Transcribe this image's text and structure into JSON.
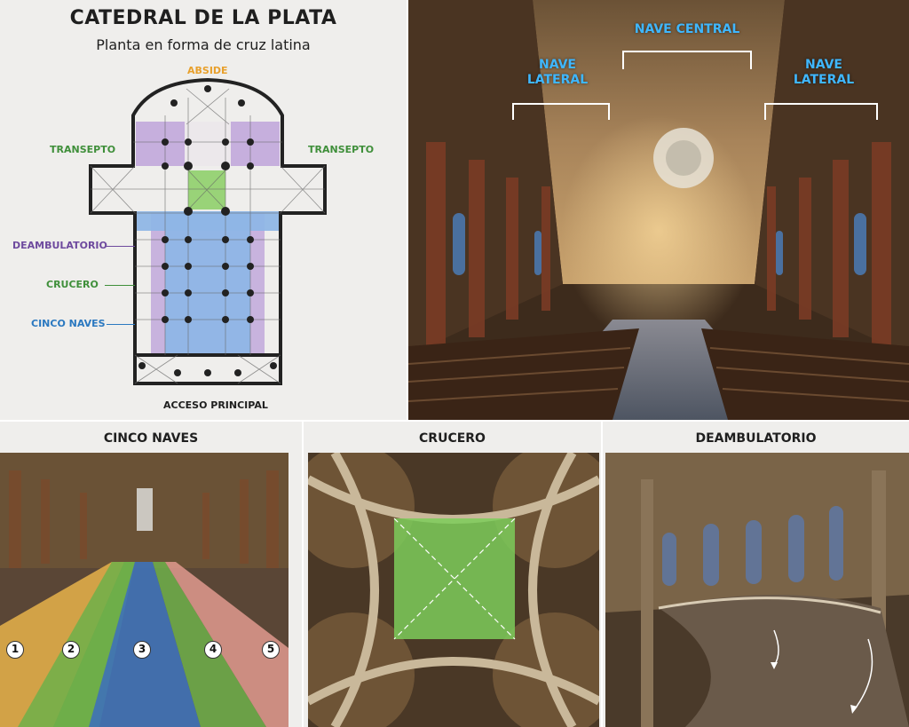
{
  "plan": {
    "title": "CATEDRAL DE LA PLATA",
    "subtitle": "Planta en forma de cruz latina",
    "labels": {
      "apse": "ABSIDE",
      "transept_left": "TRANSEPTO",
      "transept_right": "TRANSEPTO",
      "ambulatory": "DEAMBULATORIO",
      "crossing": "CRUCERO",
      "five_naves": "CINCO NAVES",
      "main_access": "ACCESO PRINCIPAL"
    },
    "colors": {
      "apse": "#e8a02c",
      "transept": "#3f8f3a",
      "ambulatory": "#6e4a9e",
      "crossing": "#3f8f3a",
      "five_naves": "#2a78c0",
      "ambulatory_fill": "#b89ad8",
      "crossing_fill": "#8fcf6c",
      "naves_fill": "#8fb6e6"
    }
  },
  "nave_photo": {
    "labels": {
      "central": "NAVE CENTRAL",
      "lateral_left_1": "NAVE",
      "lateral_left_2": "LATERAL",
      "lateral_right_1": "NAVE",
      "lateral_right_2": "LATERAL"
    },
    "label_color": "#3fb7ff"
  },
  "panels": {
    "cinco_naves": {
      "title": "CINCO NAVES",
      "lanes": [
        "1",
        "2",
        "3",
        "4",
        "5"
      ],
      "lane_colors": [
        "#e8b34a",
        "#6fb04a",
        "#3f72b8",
        "#6fb04a",
        "#e09a8e"
      ]
    },
    "crucero": {
      "title": "CRUCERO",
      "overlay_color": "#7ccd5a"
    },
    "deambulatorio": {
      "title": "DEAMBULATORIO"
    }
  }
}
